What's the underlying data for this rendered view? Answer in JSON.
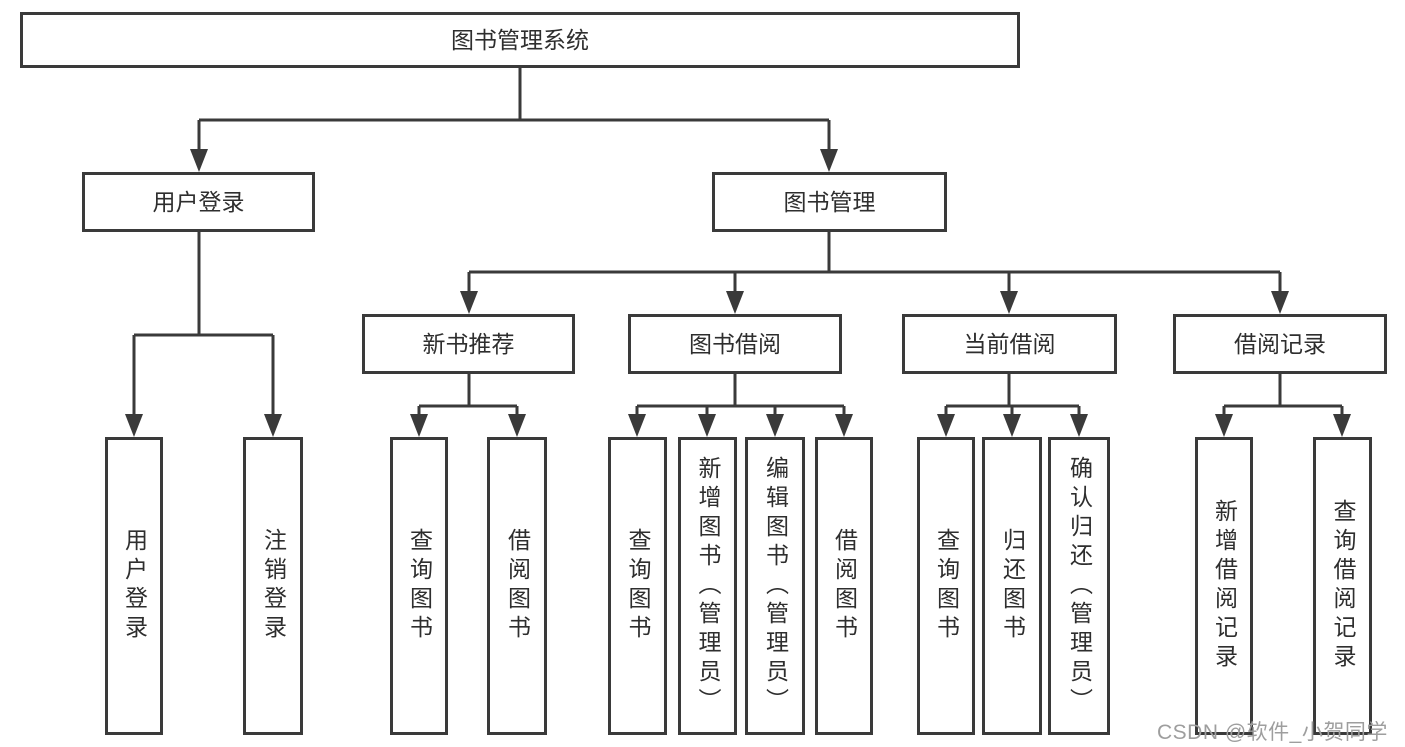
{
  "diagram": {
    "root": {
      "label": "图书管理系统",
      "children": [
        {
          "label": "用户登录",
          "children": [
            {
              "label": "用户登录"
            },
            {
              "label": "注销登录"
            }
          ]
        },
        {
          "label": "图书管理",
          "children": [
            {
              "label": "新书推荐",
              "children": [
                {
                  "label": "查询图书"
                },
                {
                  "label": "借阅图书"
                }
              ]
            },
            {
              "label": "图书借阅",
              "children": [
                {
                  "label": "查询图书"
                },
                {
                  "label": "新增图书（管理员）"
                },
                {
                  "label": "编辑图书（管理员）"
                },
                {
                  "label": "借阅图书"
                }
              ]
            },
            {
              "label": "当前借阅",
              "children": [
                {
                  "label": "查询图书"
                },
                {
                  "label": "归还图书"
                },
                {
                  "label": "确认归还（管理员）"
                }
              ]
            },
            {
              "label": "借阅记录",
              "children": [
                {
                  "label": "新增借阅记录"
                },
                {
                  "label": "查询借阅记录"
                }
              ]
            }
          ]
        }
      ]
    }
  },
  "watermark": {
    "text": "CSDN @软件_小贺同学"
  },
  "colors": {
    "line": "#3a3a3a",
    "text": "#2e2e2e",
    "watermark": "#9e9e9e",
    "bg": "#ffffff"
  }
}
